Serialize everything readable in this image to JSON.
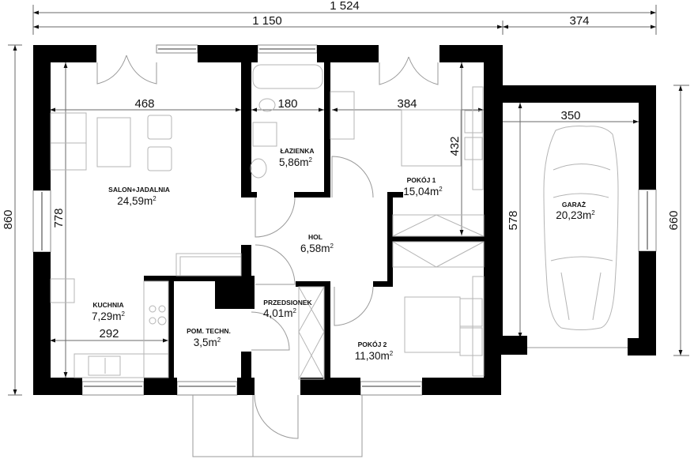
{
  "dimensions": {
    "total_width": "1 524",
    "house_width": "1 150",
    "garage_width": "374",
    "total_depth": "860",
    "garage_depth": "660",
    "salon_width": "468",
    "salon_depth": "778",
    "bath_width": "180",
    "room1_width": "384",
    "room1_depth": "432",
    "kitchen_width": "292",
    "garage_inner_width": "350",
    "garage_inner_depth": "578"
  },
  "rooms": [
    {
      "id": "salon",
      "name": "SALON+JADALNIA",
      "area": "24,59m",
      "unit_sup": "2"
    },
    {
      "id": "lazienka",
      "name": "ŁAZIENKA",
      "area": "5,86m",
      "unit_sup": "2"
    },
    {
      "id": "pokoj1",
      "name": "POKÓJ 1",
      "area": "15,04m",
      "unit_sup": "2"
    },
    {
      "id": "garaz",
      "name": "GARAŻ",
      "area": "20,23m",
      "unit_sup": "2"
    },
    {
      "id": "hol",
      "name": "HOL",
      "area": "6,58m",
      "unit_sup": "2"
    },
    {
      "id": "kuchnia",
      "name": "KUCHNIA",
      "area": "7,29m",
      "unit_sup": "2"
    },
    {
      "id": "pom_techn",
      "name": "POM. TECHN.",
      "area": "3,5m",
      "unit_sup": "2"
    },
    {
      "id": "przedsionek",
      "name": "PRZEDSIONEK",
      "area": "4,01m",
      "unit_sup": "2"
    },
    {
      "id": "pokoj2",
      "name": "POKÓJ 2",
      "area": "11,30m",
      "unit_sup": "2"
    }
  ],
  "colors": {
    "wall": "#000000",
    "line": "#9a9a9a",
    "background": "#ffffff"
  }
}
